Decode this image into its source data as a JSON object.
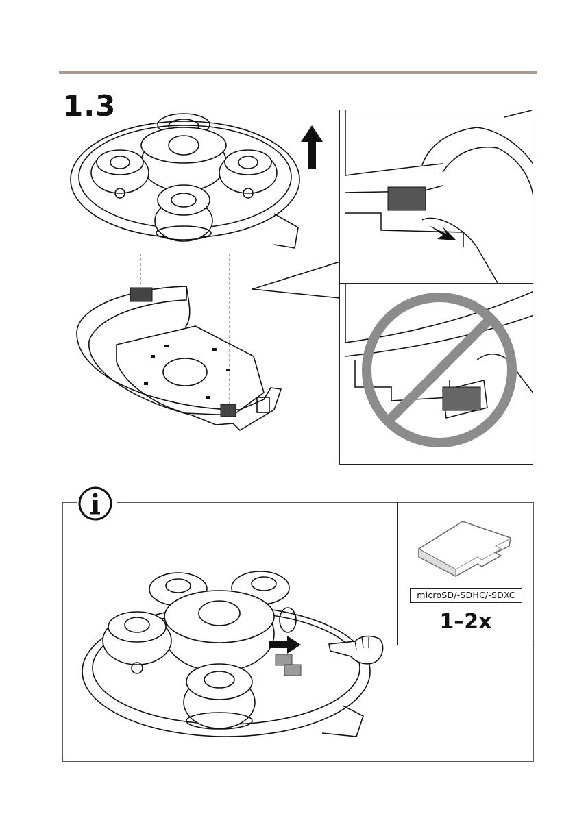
{
  "step": {
    "number": "1.3"
  },
  "info": {
    "card_label": "microSD/-SDHC/-SDXC",
    "card_quantity": "1–2x"
  },
  "icons": {
    "up": "arrow-up-icon",
    "info": "info-icon",
    "prohibited": "prohibited-icon",
    "push": "arrow-right-icon"
  },
  "colors": {
    "rule": "#a99a8f",
    "prohibited": "#8c8c8c",
    "sd_card": "#9a9a9a"
  }
}
